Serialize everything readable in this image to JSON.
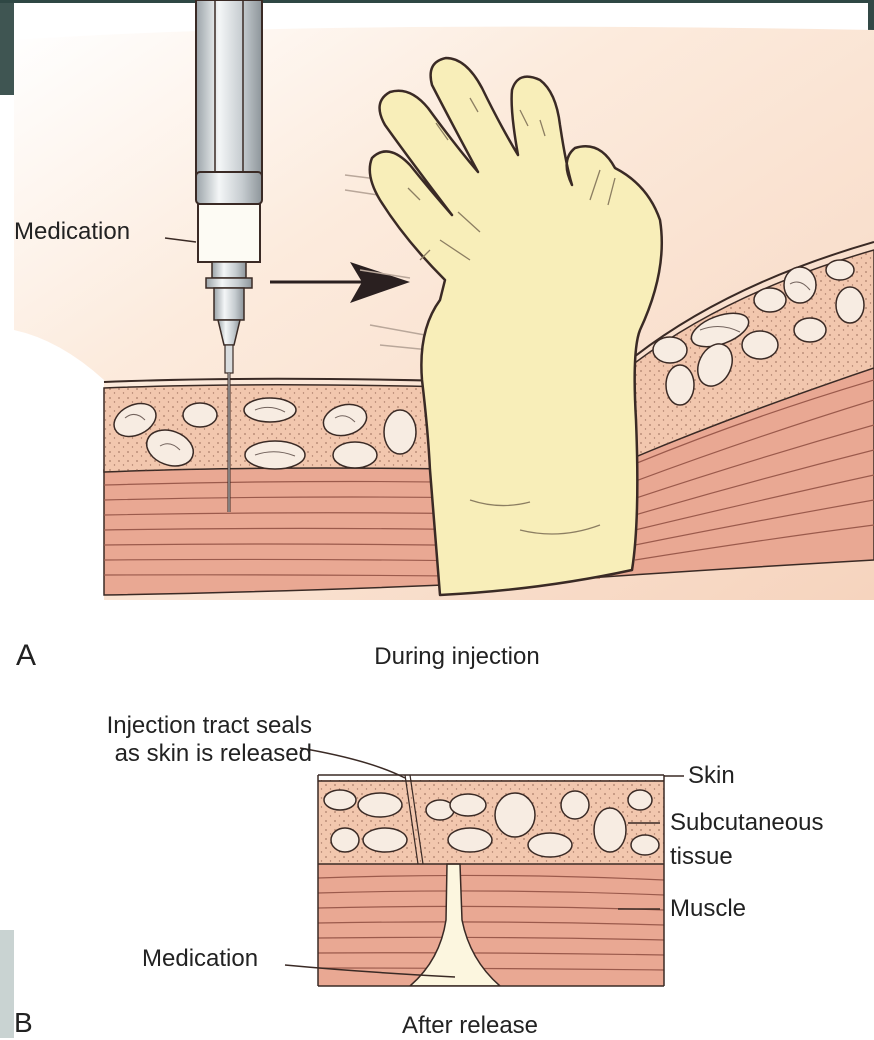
{
  "panel_a": {
    "letter": "A",
    "caption": "During injection",
    "medication_label": "Medication"
  },
  "panel_b": {
    "letter": "B",
    "caption": "After release",
    "tract_label_line1": "Injection tract seals",
    "tract_label_line2": "as skin is released",
    "skin_label": "Skin",
    "subcutaneous_label_line1": "Subcutaneous",
    "subcutaneous_label_line2": "tissue",
    "muscle_label": "Muscle",
    "medication_label": "Medication"
  },
  "colors": {
    "background_skin": "#fbe7d6",
    "subcutaneous": "#f1c6ad",
    "fat_cell": "#f7ece2",
    "muscle": "#e8a590",
    "muscle_line": "#9b5a4c",
    "glove": "#f8eeb9",
    "syringe": "#d9dcde",
    "medication": "#fcf6df",
    "outline": "#3a2a25"
  },
  "icons": {
    "syringe": "syringe-icon",
    "hand": "gloved-hand-icon",
    "arrow": "arrow-right-icon"
  }
}
